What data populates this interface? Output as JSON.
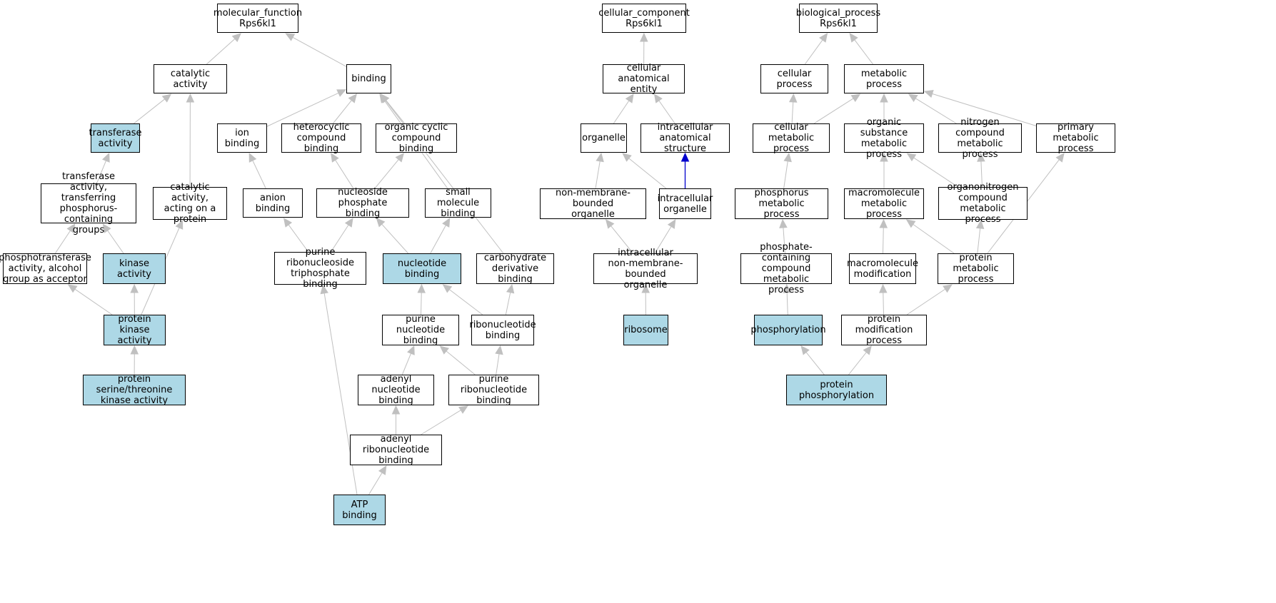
{
  "colors": {
    "highlight": "#add8e6",
    "node": "#ffffff",
    "edge": "#c0c0c0",
    "special_edge": "#0000cc"
  },
  "nodes": {
    "mf_root": {
      "label": "molecular_function\nRps6kl1",
      "hl": false
    },
    "catalytic": {
      "label": "catalytic activity",
      "hl": false
    },
    "binding": {
      "label": "binding",
      "hl": false
    },
    "transferase": {
      "label": "transferase\nactivity",
      "hl": true
    },
    "ion_binding": {
      "label": "ion binding",
      "hl": false
    },
    "heterocyclic": {
      "label": "heterocyclic\ncompound binding",
      "hl": false
    },
    "organic_cyclic": {
      "label": "organic cyclic\ncompound binding",
      "hl": false
    },
    "transferase_phos": {
      "label": "transferase\nactivity, transferring\nphosphorus-containing\ngroups",
      "hl": false
    },
    "catalytic_protein": {
      "label": "catalytic activity,\nacting on a\nprotein",
      "hl": false
    },
    "anion_binding": {
      "label": "anion binding",
      "hl": false
    },
    "nucleoside_phosphate": {
      "label": "nucleoside phosphate\nbinding",
      "hl": false
    },
    "small_molecule": {
      "label": "small molecule\nbinding",
      "hl": false
    },
    "phosphotransferase": {
      "label": "phosphotransferase\nactivity, alcohol\ngroup as acceptor",
      "hl": false
    },
    "kinase": {
      "label": "kinase activity",
      "hl": true
    },
    "purine_rntp": {
      "label": "purine ribonucleoside\ntriphosphate\nbinding",
      "hl": false
    },
    "nucleotide_binding": {
      "label": "nucleotide binding",
      "hl": true
    },
    "carbohydrate_deriv": {
      "label": "carbohydrate\nderivative binding",
      "hl": false
    },
    "protein_kinase": {
      "label": "protein kinase\nactivity",
      "hl": true
    },
    "purine_nucleotide": {
      "label": "purine nucleotide\nbinding",
      "hl": false
    },
    "ribonucleotide": {
      "label": "ribonucleotide\nbinding",
      "hl": false
    },
    "ser_thr_kinase": {
      "label": "protein serine/threonine\nkinase activity",
      "hl": true
    },
    "adenyl_nucleotide": {
      "label": "adenyl nucleotide\nbinding",
      "hl": false
    },
    "purine_ribonucleotide": {
      "label": "purine ribonucleotide\nbinding",
      "hl": false
    },
    "adenyl_ribonucleotide": {
      "label": "adenyl ribonucleotide\nbinding",
      "hl": false
    },
    "atp_binding": {
      "label": "ATP binding",
      "hl": true
    },
    "cc_root": {
      "label": "cellular_component\nRps6kl1",
      "hl": false
    },
    "cell_anat": {
      "label": "cellular anatomical\nentity",
      "hl": false
    },
    "organelle": {
      "label": "organelle",
      "hl": false
    },
    "intracell_struct": {
      "label": "intracellular\nanatomical structure",
      "hl": false
    },
    "nonmem_organelle": {
      "label": "non-membrane-bounded\norganelle",
      "hl": false
    },
    "intracell_organelle": {
      "label": "intracellular\norganelle",
      "hl": false
    },
    "intracell_nonmem": {
      "label": "intracellular\nnon-membrane-bounded\norganelle",
      "hl": false
    },
    "ribosome": {
      "label": "ribosome",
      "hl": true
    },
    "bp_root": {
      "label": "biological_process\nRps6kl1",
      "hl": false
    },
    "cellular_process": {
      "label": "cellular process",
      "hl": false
    },
    "metabolic_process": {
      "label": "metabolic process",
      "hl": false
    },
    "cell_metabolic": {
      "label": "cellular metabolic\nprocess",
      "hl": false
    },
    "organic_subst": {
      "label": "organic substance\nmetabolic process",
      "hl": false
    },
    "nitrogen_compound": {
      "label": "nitrogen compound\nmetabolic process",
      "hl": false
    },
    "primary_metabolic": {
      "label": "primary metabolic\nprocess",
      "hl": false
    },
    "phosphorus_metabolic": {
      "label": "phosphorus metabolic\nprocess",
      "hl": false
    },
    "macromolecule_metabolic": {
      "label": "macromolecule\nmetabolic process",
      "hl": false
    },
    "organonitrogen": {
      "label": "organonitrogen\ncompound metabolic\nprocess",
      "hl": false
    },
    "phosphate_containing": {
      "label": "phosphate-containing\ncompound metabolic\nprocess",
      "hl": false
    },
    "macromolecule_mod": {
      "label": "macromolecule\nmodification",
      "hl": false
    },
    "protein_metabolic": {
      "label": "protein metabolic\nprocess",
      "hl": false
    },
    "phosphorylation": {
      "label": "phosphorylation",
      "hl": true
    },
    "protein_mod": {
      "label": "protein modification\nprocess",
      "hl": false
    },
    "protein_phosphorylation": {
      "label": "protein phosphorylation",
      "hl": true
    }
  },
  "edges": [
    [
      "catalytic",
      "mf_root"
    ],
    [
      "binding",
      "mf_root"
    ],
    [
      "transferase",
      "catalytic"
    ],
    [
      "catalytic_protein",
      "catalytic"
    ],
    [
      "ion_binding",
      "binding"
    ],
    [
      "heterocyclic",
      "binding"
    ],
    [
      "organic_cyclic",
      "binding"
    ],
    [
      "small_molecule",
      "binding"
    ],
    [
      "carbohydrate_deriv",
      "binding"
    ],
    [
      "transferase_phos",
      "transferase"
    ],
    [
      "phosphotransferase",
      "transferase_phos"
    ],
    [
      "kinase",
      "transferase_phos"
    ],
    [
      "anion_binding",
      "ion_binding"
    ],
    [
      "nucleoside_phosphate",
      "heterocyclic"
    ],
    [
      "nucleoside_phosphate",
      "organic_cyclic"
    ],
    [
      "protein_kinase",
      "phosphotransferase"
    ],
    [
      "protein_kinase",
      "kinase"
    ],
    [
      "protein_kinase",
      "catalytic_protein"
    ],
    [
      "ser_thr_kinase",
      "protein_kinase"
    ],
    [
      "purine_rntp",
      "anion_binding"
    ],
    [
      "purine_rntp",
      "nucleoside_phosphate"
    ],
    [
      "nucleotide_binding",
      "nucleoside_phosphate"
    ],
    [
      "nucleotide_binding",
      "small_molecule"
    ],
    [
      "purine_nucleotide",
      "nucleotide_binding"
    ],
    [
      "ribonucleotide",
      "nucleotide_binding"
    ],
    [
      "ribonucleotide",
      "carbohydrate_deriv"
    ],
    [
      "adenyl_nucleotide",
      "purine_nucleotide"
    ],
    [
      "purine_ribonucleotide",
      "purine_nucleotide"
    ],
    [
      "purine_ribonucleotide",
      "ribonucleotide"
    ],
    [
      "adenyl_ribonucleotide",
      "adenyl_nucleotide"
    ],
    [
      "adenyl_ribonucleotide",
      "purine_ribonucleotide"
    ],
    [
      "atp_binding",
      "adenyl_ribonucleotide"
    ],
    [
      "atp_binding",
      "purine_rntp"
    ],
    [
      "cell_anat",
      "cc_root"
    ],
    [
      "organelle",
      "cell_anat"
    ],
    [
      "intracell_struct",
      "cell_anat"
    ],
    [
      "nonmem_organelle",
      "organelle"
    ],
    [
      "intracell_organelle",
      "organelle"
    ],
    [
      "intracell_organelle",
      "intracell_struct",
      "special"
    ],
    [
      "intracell_nonmem",
      "nonmem_organelle"
    ],
    [
      "intracell_nonmem",
      "intracell_organelle"
    ],
    [
      "ribosome",
      "intracell_nonmem"
    ],
    [
      "cellular_process",
      "bp_root"
    ],
    [
      "metabolic_process",
      "bp_root"
    ],
    [
      "cell_metabolic",
      "cellular_process"
    ],
    [
      "cell_metabolic",
      "metabolic_process"
    ],
    [
      "organic_subst",
      "metabolic_process"
    ],
    [
      "nitrogen_compound",
      "metabolic_process"
    ],
    [
      "primary_metabolic",
      "metabolic_process"
    ],
    [
      "phosphorus_metabolic",
      "cell_metabolic"
    ],
    [
      "macromolecule_metabolic",
      "organic_subst"
    ],
    [
      "organonitrogen",
      "organic_subst"
    ],
    [
      "organonitrogen",
      "nitrogen_compound"
    ],
    [
      "phosphate_containing",
      "phosphorus_metabolic"
    ],
    [
      "macromolecule_mod",
      "macromolecule_metabolic"
    ],
    [
      "protein_metabolic",
      "macromolecule_metabolic"
    ],
    [
      "protein_metabolic",
      "organonitrogen"
    ],
    [
      "protein_metabolic",
      "primary_metabolic"
    ],
    [
      "phosphorylation",
      "phosphate_containing"
    ],
    [
      "protein_mod",
      "macromolecule_mod"
    ],
    [
      "protein_mod",
      "protein_metabolic"
    ],
    [
      "protein_phosphorylation",
      "phosphorylation"
    ],
    [
      "protein_phosphorylation",
      "protein_mod"
    ]
  ]
}
